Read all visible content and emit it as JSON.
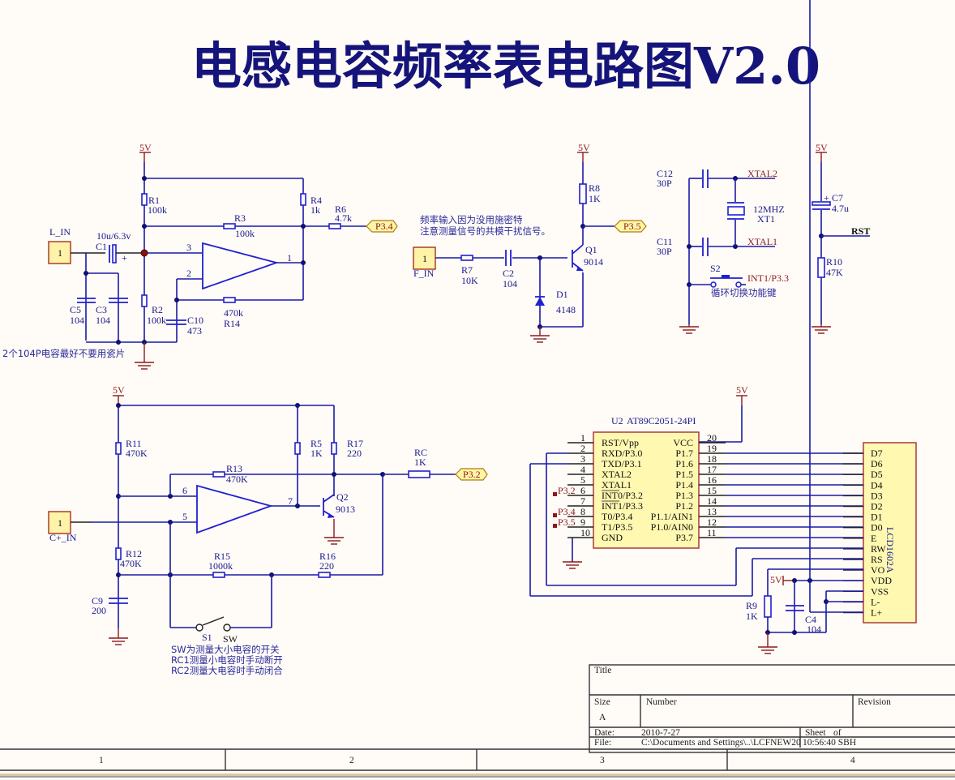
{
  "title": "电感电容频率表电路图V2.0",
  "colors": {
    "wire": "#1a1aa6",
    "power": "#8b1a1a",
    "title": "#14147a",
    "component_fill": "#fff8b0"
  },
  "inductance_circuit": {
    "power": "5V",
    "connector": {
      "pin": "1",
      "name": "L_IN"
    },
    "C1": {
      "ref": "C1",
      "value": "10u/6.3v"
    },
    "R1": {
      "ref": "R1",
      "value": "100k"
    },
    "R2": {
      "ref": "R2",
      "value": "100k"
    },
    "R3": {
      "ref": "R3",
      "value": "100k"
    },
    "R4": {
      "ref": "R4",
      "value": "1k"
    },
    "R6": {
      "ref": "R6",
      "value": "4.7k"
    },
    "R14": {
      "ref": "R14",
      "value": "470k"
    },
    "C5": {
      "ref": "C5",
      "value": "104"
    },
    "C3": {
      "ref": "C3",
      "value": "104"
    },
    "C10": {
      "ref": "C10",
      "value": "473"
    },
    "opamp_pins": {
      "plus": "3",
      "minus": "2",
      "out": "1"
    },
    "port": "P3.4",
    "note": "2个104P电容最好不要用瓷片"
  },
  "frequency_circuit": {
    "power": "5V",
    "connector": {
      "pin": "1",
      "name": "F_IN"
    },
    "R7": {
      "ref": "R7",
      "value": "10K"
    },
    "C2": {
      "ref": "C2",
      "value": "104"
    },
    "D1": {
      "ref": "D1",
      "value": "4148"
    },
    "Q1": {
      "ref": "Q1",
      "value": "9014"
    },
    "R8": {
      "ref": "R8",
      "value": "1K"
    },
    "port": "P3.5",
    "note_line1": "频率输入因为没用施密特",
    "note_line2": "注意测量信号的共模干扰信号。"
  },
  "crystal_circuit": {
    "C12": {
      "ref": "C12",
      "value": "30P"
    },
    "C11": {
      "ref": "C11",
      "value": "30P"
    },
    "XT1": {
      "value": "12MHZ",
      "ref": "XT1"
    },
    "xtal2": "XTAL2",
    "xtal1": "XTAL1",
    "S2": {
      "ref": "S2",
      "net": "INT1/P3.3",
      "note": "循环切换功能键"
    }
  },
  "reset_circuit": {
    "power": "5V",
    "C7": {
      "ref": "C7",
      "value": "4.7u"
    },
    "R10": {
      "ref": "R10",
      "value": "47K"
    },
    "net": "RST"
  },
  "capacitance_circuit": {
    "power": "5V",
    "connector": {
      "pin": "1",
      "name": "C+_IN"
    },
    "R11": {
      "ref": "R11",
      "value": "470K"
    },
    "R12": {
      "ref": "R12",
      "value": "470K"
    },
    "R13": {
      "ref": "R13",
      "value": "470K"
    },
    "R15": {
      "ref": "R15",
      "value": "1000k"
    },
    "R16": {
      "ref": "R16",
      "value": "220"
    },
    "R5": {
      "ref": "R5",
      "value": "1K"
    },
    "R17": {
      "ref": "R17",
      "value": "220"
    },
    "RC": {
      "ref": "RC",
      "value": "1K"
    },
    "C9": {
      "ref": "C9",
      "value": "200"
    },
    "Q2": {
      "ref": "Q2",
      "value": "9013"
    },
    "S1": {
      "ref": "S1",
      "value": "SW"
    },
    "opamp_pins": {
      "minus": "6",
      "plus": "5",
      "out": "7"
    },
    "port": "P3.2",
    "notes": [
      "SW为测量大小电容的开关",
      "RC1测量小电容时手动断开",
      "RC2测量大电容时手动闭合"
    ]
  },
  "mcu": {
    "ref": "U2",
    "part": "AT89C2051-24PI",
    "power": "5V",
    "left_pins": [
      {
        "num": "1",
        "name": "RST/Vpp"
      },
      {
        "num": "2",
        "name": "RXD/P3.0"
      },
      {
        "num": "3",
        "name": "TXD/P3.1"
      },
      {
        "num": "4",
        "name": "XTAL2"
      },
      {
        "num": "5",
        "name": "XTAL1"
      },
      {
        "num": "6",
        "name": "INT0/P3.2"
      },
      {
        "num": "7",
        "name": "INT1/P3.3"
      },
      {
        "num": "8",
        "name": "T0/P3.4"
      },
      {
        "num": "9",
        "name": "T1/P3.5"
      },
      {
        "num": "10",
        "name": "GND"
      }
    ],
    "right_pins": [
      {
        "num": "20",
        "name": "VCC"
      },
      {
        "num": "19",
        "name": "P1.7"
      },
      {
        "num": "18",
        "name": "P1.6"
      },
      {
        "num": "17",
        "name": "P1.5"
      },
      {
        "num": "16",
        "name": "P1.4"
      },
      {
        "num": "15",
        "name": "P1.3"
      },
      {
        "num": "14",
        "name": "P1.2"
      },
      {
        "num": "13",
        "name": "P1.1/AIN1"
      },
      {
        "num": "12",
        "name": "P1.0/AIN0"
      },
      {
        "num": "11",
        "name": "P3.7"
      }
    ],
    "net_labels": [
      "P3.2",
      "P3.4",
      "P3.5"
    ]
  },
  "lcd": {
    "ref": "LCD1602A",
    "pins": [
      "D7",
      "D6",
      "D5",
      "D4",
      "D3",
      "D2",
      "D1",
      "D0",
      "E",
      "RW",
      "RS",
      "VO",
      "VDD",
      "VSS",
      "L-",
      "L+"
    ],
    "R9": {
      "ref": "R9",
      "value": "1K"
    },
    "C4": {
      "ref": "C4",
      "value": "104"
    },
    "power": "5V"
  },
  "title_block": {
    "title_label": "Title",
    "size_label": "Size",
    "size_value": "A",
    "number_label": "Number",
    "revision_label": "Revision",
    "date_label": "Date:",
    "date_value": "2010-7-27",
    "sheet_label": "Sheet",
    "of_label": "of",
    "file_label": "File:",
    "file_value": "C:\\Documents and Settings\\..\\LCFNEW20",
    "drawn_overlap": "10:56:40 SBH"
  },
  "zones": [
    "1",
    "2",
    "3",
    "4"
  ]
}
